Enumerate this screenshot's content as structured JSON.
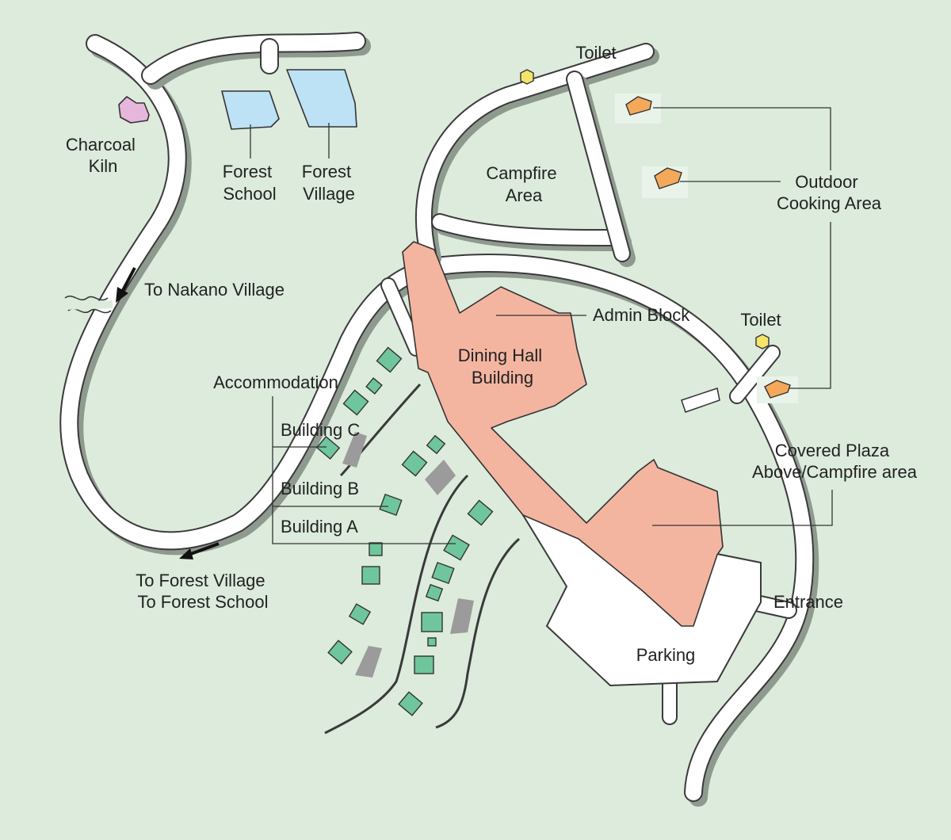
{
  "map_title": "",
  "labels": {
    "charcoal_kiln": [
      "Charcoal",
      "Kiln"
    ],
    "forest_school": [
      "Forest",
      "School"
    ],
    "forest_village": [
      "Forest",
      "Village"
    ],
    "toilet_north": "Toilet",
    "campfire_area": [
      "Campfire",
      "Area"
    ],
    "outdoor_cooking": [
      "Outdoor",
      "Cooking Area"
    ],
    "to_nakano": "To Nakano Village",
    "admin_block": "Admin Block",
    "toilet_east": "Toilet",
    "dining_hall": [
      "Dining Hall",
      "Building"
    ],
    "accommodation": "Accommodation",
    "building_c": "Building C",
    "building_b": "Building B",
    "building_a": "Building A",
    "covered_plaza": [
      "Covered Plaza",
      "Above/Campfire area"
    ],
    "to_forest": [
      "To Forest Village",
      "To Forest School"
    ],
    "entrance": "Entrance",
    "parking": "Parking"
  },
  "colors": {
    "background": "#dcebdc",
    "road": "#ffffff",
    "main_building": "#f4b5a0",
    "school_village": "#bde1f5",
    "charcoal_kiln": "#e6b6dd",
    "accommodation_lodge": "#6fc69c",
    "toilet": "#f5e46b",
    "cooking_hut": "#f4a95a"
  }
}
